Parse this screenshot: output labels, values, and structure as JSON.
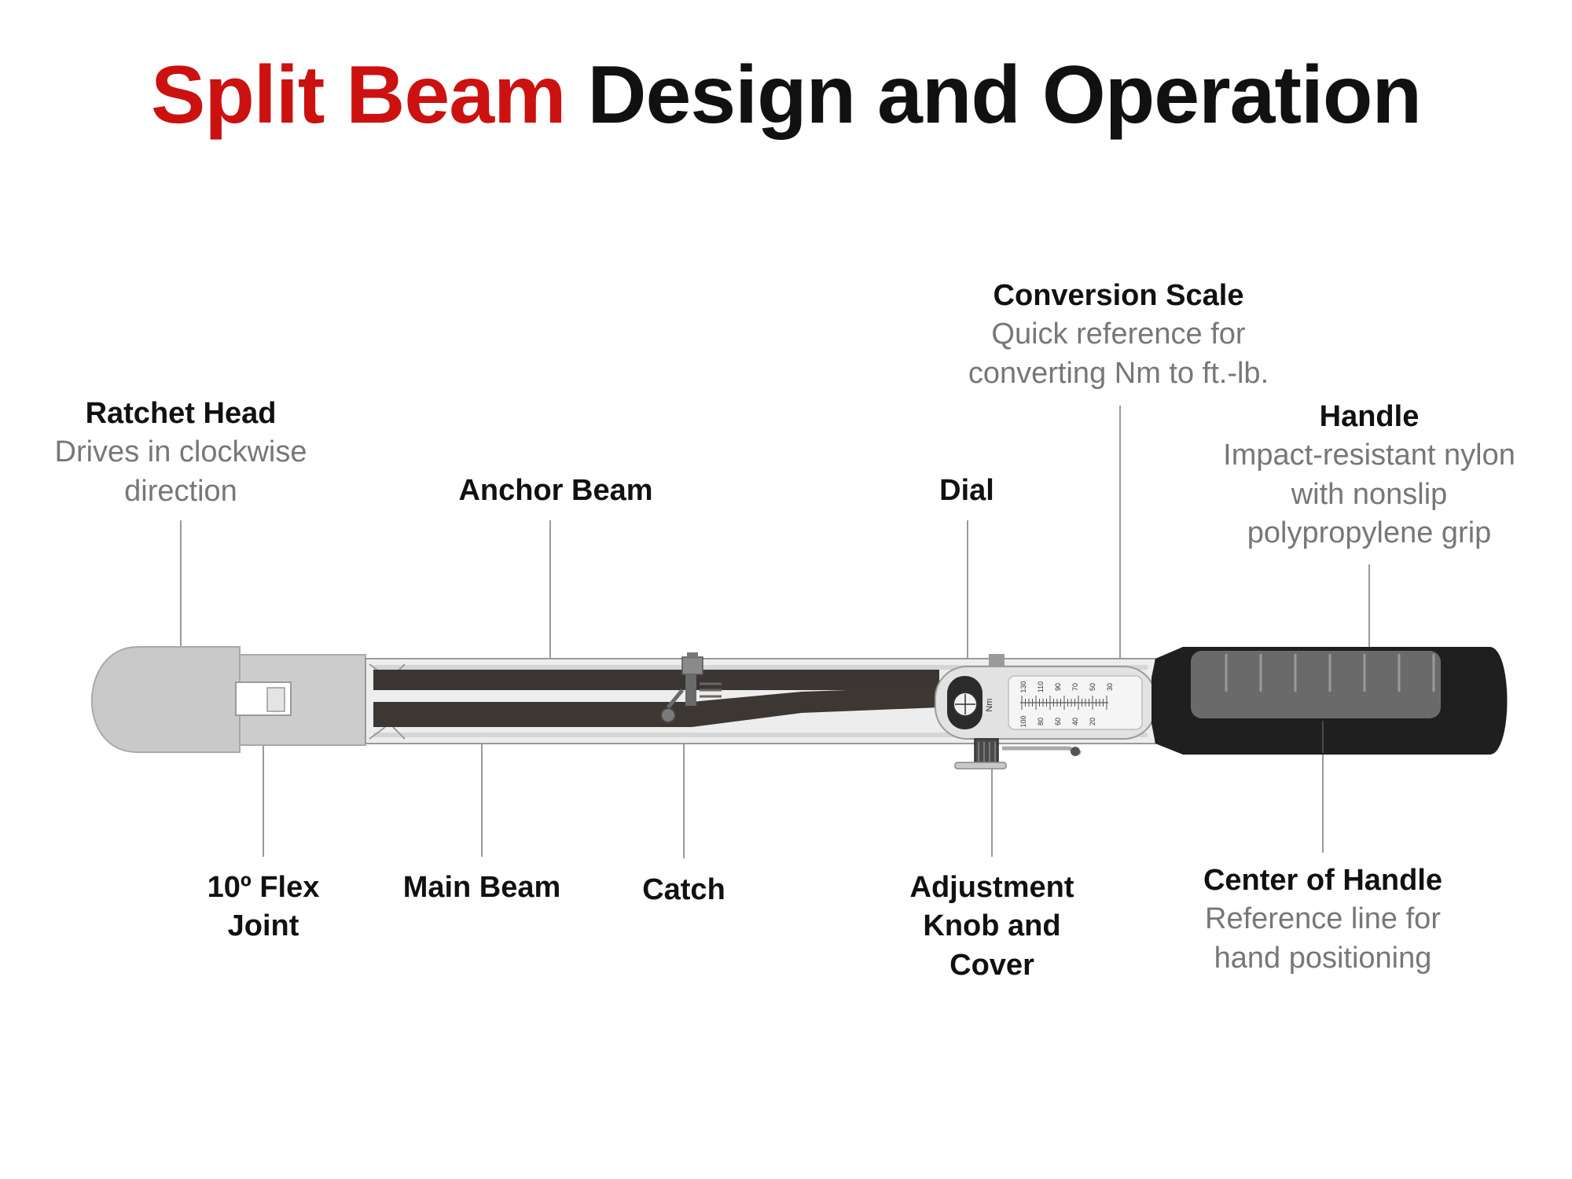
{
  "title": {
    "accent": "Split Beam",
    "rest": " Design and Operation"
  },
  "colors": {
    "accent": "#cc1111",
    "label": "#111111",
    "description": "#777777"
  },
  "labels": {
    "ratchet_head": {
      "name": "Ratchet Head",
      "desc": "Drives in clockwise direction"
    },
    "anchor_beam": {
      "name": "Anchor Beam"
    },
    "dial": {
      "name": "Dial"
    },
    "conversion_scale": {
      "name": "Conversion Scale",
      "desc": "Quick reference for converting Nm to ft.-lb."
    },
    "handle": {
      "name": "Handle",
      "desc": "Impact-resistant nylon with nonslip polypropylene grip"
    },
    "flex_joint": {
      "name": "10º Flex Joint"
    },
    "main_beam": {
      "name": "Main Beam"
    },
    "catch": {
      "name": "Catch"
    },
    "adjustment_knob": {
      "name": "Adjustment Knob and Cover"
    },
    "center_of_handle": {
      "name": "Center of Handle",
      "desc": "Reference line for hand positioning"
    }
  },
  "scale": {
    "unit_label": "Nm",
    "ticks": [
      "100",
      "80",
      "60",
      "40",
      "20",
      "130",
      "110",
      "90",
      "70",
      "50",
      "30"
    ]
  }
}
